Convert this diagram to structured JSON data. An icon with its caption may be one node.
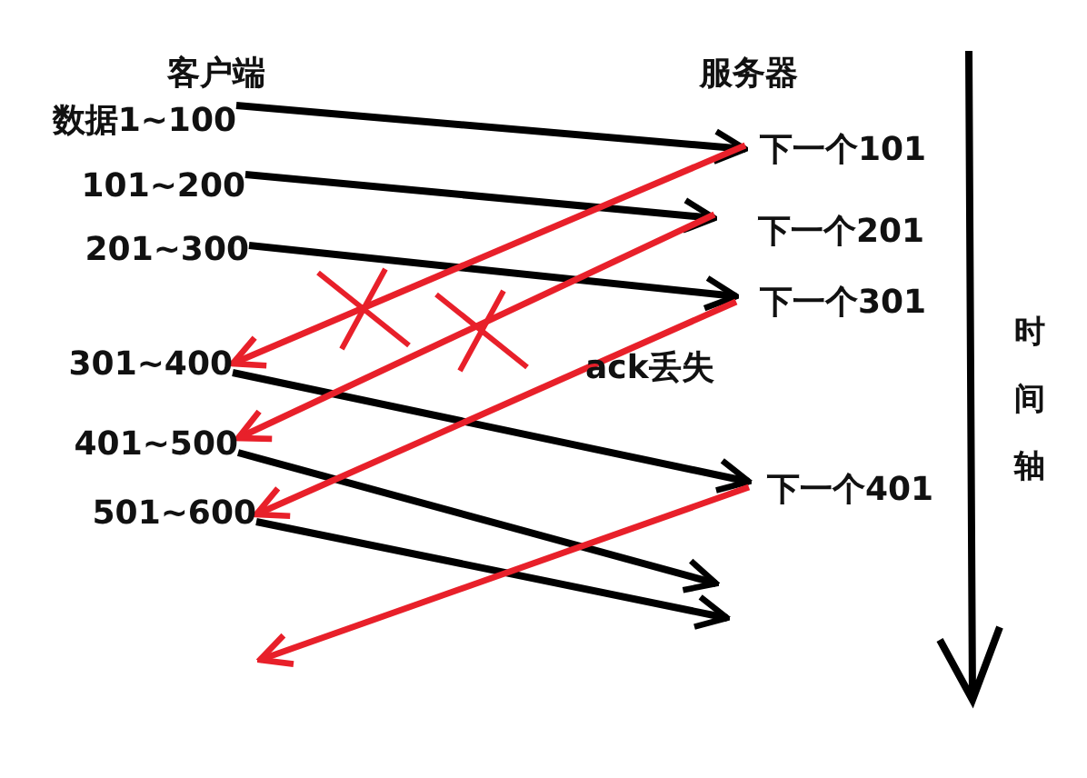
{
  "diagram": {
    "nodes": [
      {
        "text": [
          "数据1~100"
        ]
      },
      {
        "text": [
          "101~200"
        ]
      },
      {
        "text": [
          "201~300"
        ]
      },
      {
        "text": [
          "301~400"
        ]
      },
      {
        "text": [
          "401~500"
        ]
      },
      {
        "text": [
          "501~600"
        ]
      },
      {
        "text": [
          "下一个101"
        ]
      },
      {
        "text": [
          "下一个201"
        ]
      },
      {
        "text": [
          "下一个301"
        ]
      },
      {
        "text": [
          "下一个401"
        ]
      }
    ],
    "edges": [
      {
        "from": 0,
        "to": 6,
        "arrow": "to"
      },
      {
        "from": 1,
        "to": 7,
        "arrow": "to"
      },
      {
        "from": 2,
        "to": 8,
        "arrow": "to"
      },
      {
        "from": 3,
        "to": 9,
        "arrow": "to"
      },
      {
        "from": 4,
        "to": null,
        "arrow": "to"
      },
      {
        "from": 5,
        "to": null,
        "arrow": "to"
      },
      {
        "from": 6,
        "to": 3,
        "arrow": "to",
        "color": "#e8202a"
      },
      {
        "from": 7,
        "to": 4,
        "arrow": "to",
        "color": "#e8202a"
      },
      {
        "from": 8,
        "to": 5,
        "arrow": "to",
        "color": "#e8202a"
      },
      {
        "from": 9,
        "to": null,
        "arrow": "to",
        "color": "#e8202a"
      }
    ],
    "labels": [
      "客户端",
      "服务器",
      "ack丢失",
      "时间轴"
    ]
  }
}
